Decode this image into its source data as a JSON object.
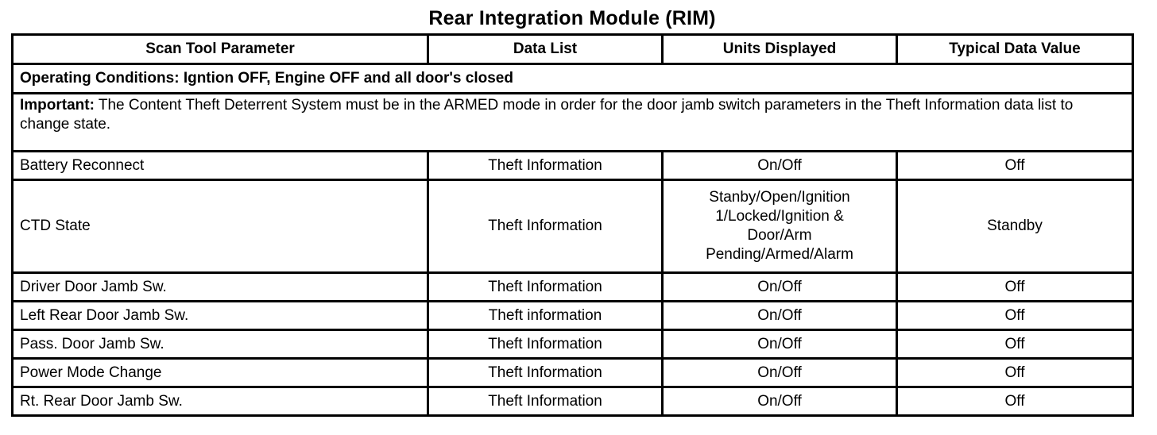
{
  "title": "Rear Integration Module (RIM)",
  "table": {
    "headers": [
      "Scan Tool Parameter",
      "Data List",
      "Units Displayed",
      "Typical Data Value"
    ],
    "operating_conditions": "Operating Conditions: Igntion OFF, Engine OFF and all door's closed",
    "important_label": "Important:",
    "important_text": " The Content Theft Deterrent System must be in the ARMED mode in order for the door jamb switch parameters in the Theft Information data list to change state.",
    "rows": [
      {
        "parameter": "Battery Reconnect",
        "data_list": "Theft Information",
        "units": "On/Off",
        "typical": "Off"
      },
      {
        "parameter": "CTD State",
        "data_list": "Theft Information",
        "units": "Stanby/Open/Ignition\n1/Locked/Ignition &\nDoor/Arm\nPending/Armed/Alarm",
        "typical": "Standby"
      },
      {
        "parameter": "Driver Door Jamb Sw.",
        "data_list": "Theft Information",
        "units": "On/Off",
        "typical": "Off"
      },
      {
        "parameter": "Left Rear Door Jamb Sw.",
        "data_list": "Theft information",
        "units": "On/Off",
        "typical": "Off"
      },
      {
        "parameter": "Pass. Door Jamb Sw.",
        "data_list": "Theft Information",
        "units": "On/Off",
        "typical": "Off"
      },
      {
        "parameter": "Power Mode Change",
        "data_list": "Theft Information",
        "units": "On/Off",
        "typical": "Off"
      },
      {
        "parameter": "Rt. Rear Door Jamb Sw.",
        "data_list": "Theft Information",
        "units": "On/Off",
        "typical": "Off"
      }
    ]
  }
}
